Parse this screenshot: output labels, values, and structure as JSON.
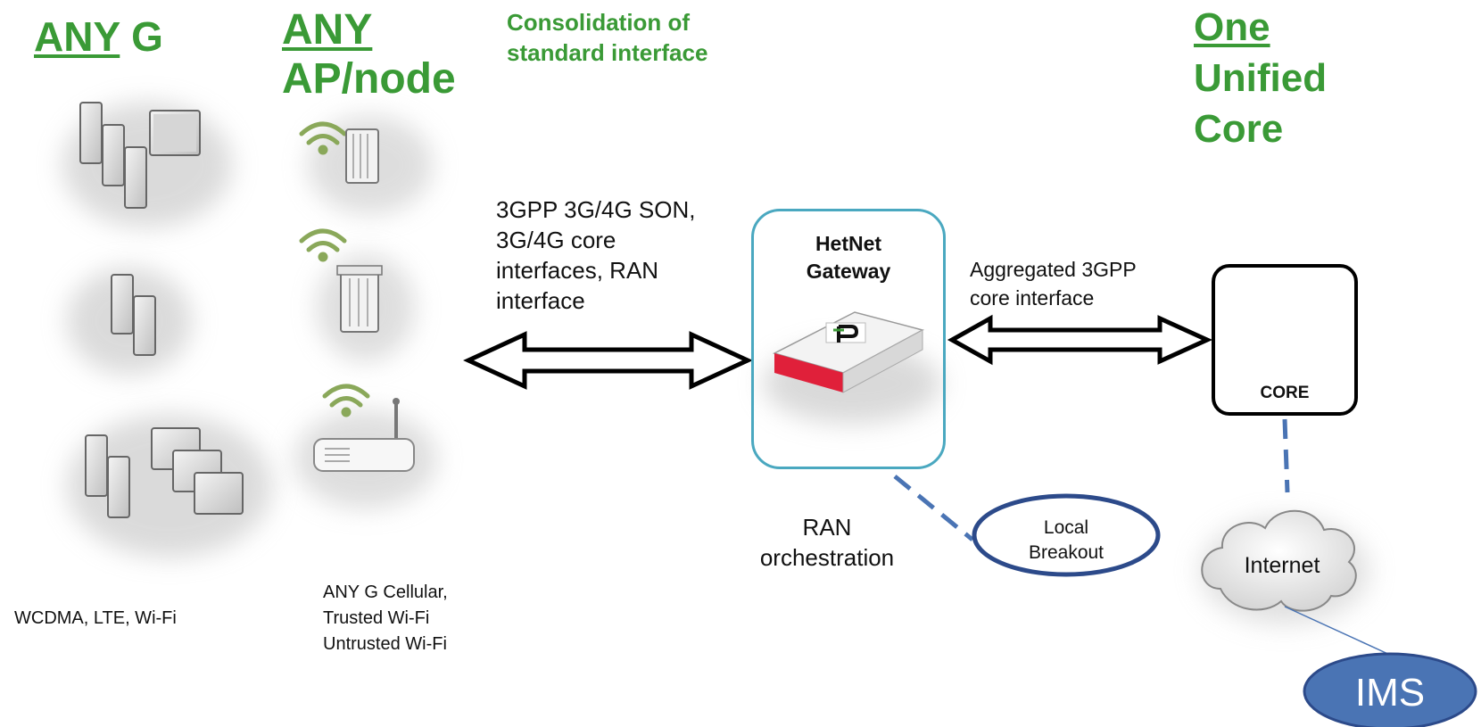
{
  "titles": {
    "any_g_part1": "ANY",
    "any_g_part2": " G",
    "any_ap_line1": "ANY",
    "any_ap_line2": "AP/node",
    "consolidation_line1": "Consolidation of",
    "consolidation_line2": "standard interface",
    "core_line1": "One",
    "core_line2": "Unified",
    "core_line3": "Core"
  },
  "labels": {
    "interfaces_line1": "3GPP 3G/4G SON,",
    "interfaces_line2": "3G/4G core",
    "interfaces_line3": "interfaces, RAN",
    "interfaces_line4": "interface",
    "aggregated_line1": "Aggregated 3GPP",
    "aggregated_line2": "core interface",
    "ran_line1": "RAN",
    "ran_line2": "orchestration",
    "devices": "WCDMA, LTE, Wi-Fi",
    "ap_line1": "ANY G Cellular,",
    "ap_line2": "Trusted Wi-Fi",
    "ap_line3": "Untrusted Wi-Fi"
  },
  "nodes": {
    "gateway_line1": "HetNet",
    "gateway_line2": "Gateway",
    "core": "CORE",
    "local_line1": "Local",
    "local_line2": "Breakout",
    "internet": "Internet",
    "ims": "IMS"
  },
  "colors": {
    "title_green": "#3a9a36",
    "gateway_border": "#4aa8c0",
    "dashed_link": "#4a74b4",
    "ims_fill": "#4a74b4",
    "wifi_green": "#8aa85a",
    "device_red": "#e0203a"
  }
}
